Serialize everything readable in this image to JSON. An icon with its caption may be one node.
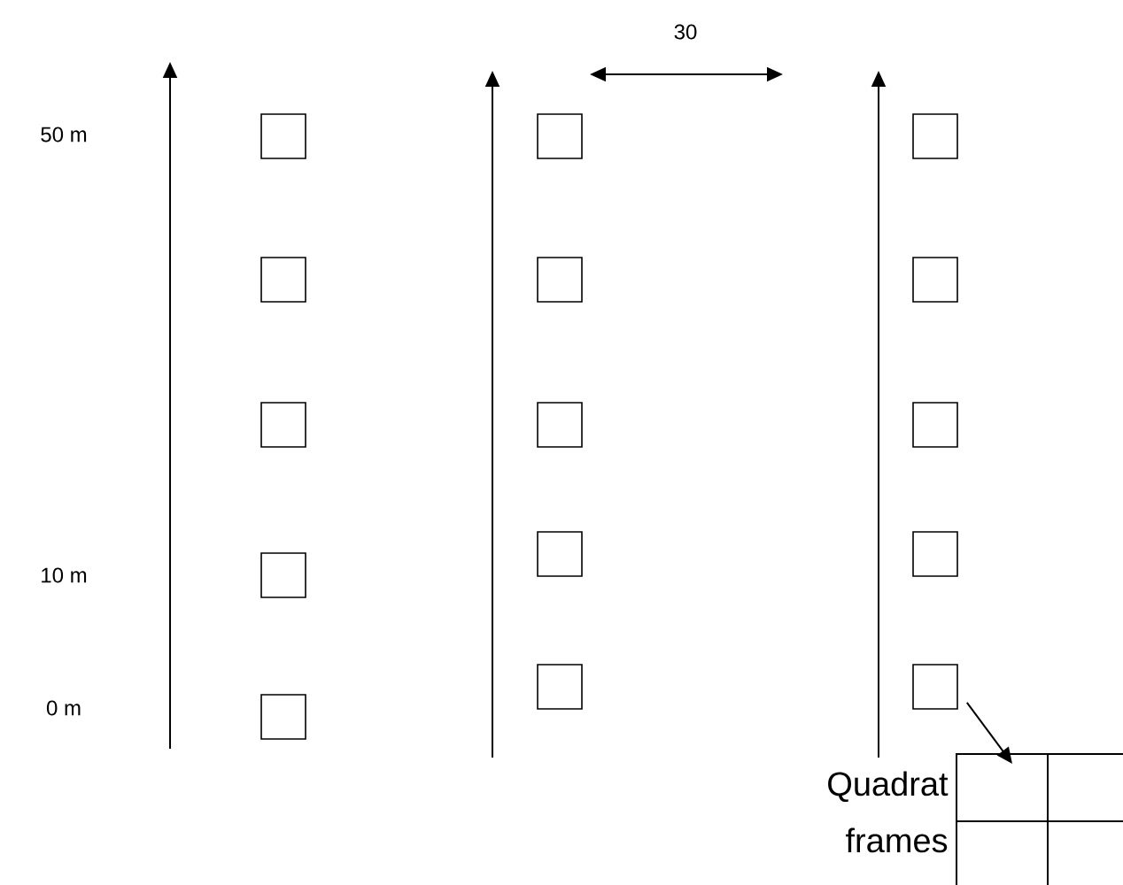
{
  "diagram": {
    "nodes": [
      {
        "text": [],
        "shape": "box"
      },
      {
        "text": [],
        "shape": "box"
      },
      {
        "text": [],
        "shape": "box"
      },
      {
        "text": [],
        "shape": "box"
      },
      {
        "text": [],
        "shape": "box"
      },
      {
        "text": [],
        "shape": "box"
      },
      {
        "text": [],
        "shape": "box"
      },
      {
        "text": [],
        "shape": "box"
      },
      {
        "text": [],
        "shape": "box"
      },
      {
        "text": [],
        "shape": "box"
      },
      {
        "text": [],
        "shape": "box"
      },
      {
        "text": [],
        "shape": "box"
      },
      {
        "text": [],
        "shape": "box"
      },
      {
        "text": [],
        "shape": "box"
      },
      {
        "text": [],
        "shape": "box"
      },
      {
        "text": [],
        "shape": "grid",
        "beside": [
          "Quadrat frames"
        ]
      }
    ],
    "edges": [
      {
        "from": 14,
        "to": 15,
        "arrow": "to"
      }
    ],
    "labels": [
      "30",
      "50 m",
      "10 m",
      "0 m"
    ]
  }
}
